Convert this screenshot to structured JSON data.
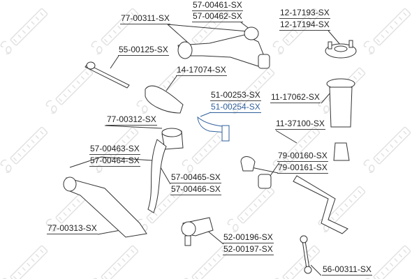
{
  "watermark": "STELLOX",
  "accent_color": "#2f5f9c",
  "labels": {
    "p57_00461": "57-00461-SX",
    "p57_00462": "57-00462-SX",
    "p77_00311": "77-00311-SX",
    "p12_17193": "12-17193-SX",
    "p12_17194": "12-17194-SX",
    "p55_00125": "55-00125-SX",
    "p14_17074": "14-17074-SX",
    "p51_00253": "51-00253-SX",
    "p51_00254": "51-00254-SX",
    "p11_17062": "11-17062-SX",
    "p77_00312": "77-00312-SX",
    "p11_37100": "11-37100-SX",
    "p57_00463": "57-00463-SX",
    "p57_00464": "57-00464-SX",
    "p79_00160": "79-00160-SX",
    "p79_00161": "79-00161-SX",
    "p57_00465": "57-00465-SX",
    "p57_00466": "57-00466-SX",
    "p77_00313": "77-00313-SX",
    "p52_00196": "52-00196-SX",
    "p52_00197": "52-00197-SX",
    "p56_00311": "56-00311-SX"
  }
}
